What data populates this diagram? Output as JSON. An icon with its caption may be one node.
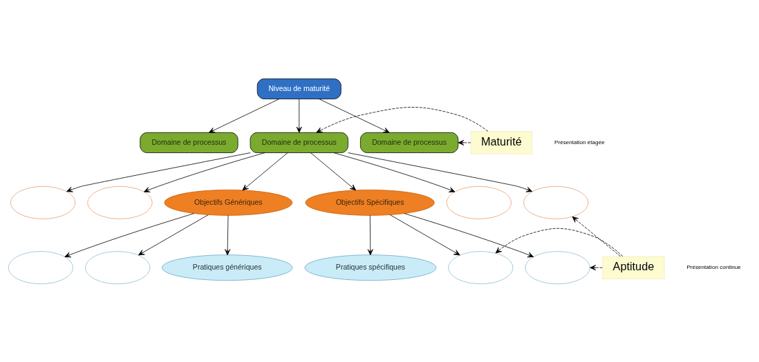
{
  "diagram": {
    "nodes": [
      {
        "text": [
          "Niveau de maturité"
        ]
      },
      {
        "text": [
          "Domaine de processus"
        ]
      },
      {
        "text": [
          "Domaine de processus"
        ]
      },
      {
        "text": [
          "Domaine de processus"
        ]
      },
      {
        "text": [],
        "shape": "ellipse"
      },
      {
        "text": [],
        "shape": "ellipse"
      },
      {
        "text": [
          "Objectifs Génériques"
        ]
      },
      {
        "text": [
          "Objectifs Spécifiques"
        ]
      },
      {
        "text": [],
        "shape": "ellipse"
      },
      {
        "text": [],
        "shape": "ellipse"
      },
      {
        "text": [],
        "shape": "ellipse"
      },
      {
        "text": [],
        "shape": "ellipse"
      },
      {
        "text": [
          "Pratiques génériques"
        ]
      },
      {
        "text": [
          "Pratiques spécifiques"
        ]
      },
      {
        "text": [],
        "shape": "ellipse"
      },
      {
        "text": [],
        "shape": "ellipse"
      },
      {
        "text": [
          "Maturité"
        ]
      },
      {
        "text": [
          "Aptitude"
        ]
      }
    ],
    "edges": [
      {
        "from": 0,
        "to": 1,
        "arrow": "to"
      },
      {
        "from": 0,
        "to": 2,
        "arrow": "to"
      },
      {
        "from": 0,
        "to": 3,
        "arrow": "to"
      },
      {
        "from": 2,
        "to": 4,
        "arrow": "to"
      },
      {
        "from": 2,
        "to": 5,
        "arrow": "to"
      },
      {
        "from": 2,
        "to": 6,
        "arrow": "to"
      },
      {
        "from": 2,
        "to": 7,
        "arrow": "to"
      },
      {
        "from": 2,
        "to": 8,
        "arrow": "to"
      },
      {
        "from": 2,
        "to": 9,
        "arrow": "to"
      },
      {
        "from": 6,
        "to": 10,
        "arrow": "to"
      },
      {
        "from": 6,
        "to": 11,
        "arrow": "to"
      },
      {
        "from": 6,
        "to": 12,
        "arrow": "to"
      },
      {
        "from": 7,
        "to": 13,
        "arrow": "to"
      },
      {
        "from": 7,
        "to": 14,
        "arrow": "to"
      },
      {
        "from": 7,
        "to": 15,
        "arrow": "to"
      },
      {
        "from": 16,
        "to": 2,
        "arrow": "to",
        "style": "dashed"
      },
      {
        "from": 16,
        "to": 3,
        "arrow": "to",
        "style": "dashed"
      },
      {
        "from": 17,
        "to": 9,
        "arrow": "to",
        "style": "dashed"
      },
      {
        "from": 17,
        "to": 15,
        "arrow": "to",
        "style": "dashed"
      },
      {
        "from": 17,
        "to": 14,
        "arrow": "to",
        "style": "dashed"
      }
    ],
    "labels": [
      "Présentation étagée",
      "Présentation continue"
    ]
  }
}
